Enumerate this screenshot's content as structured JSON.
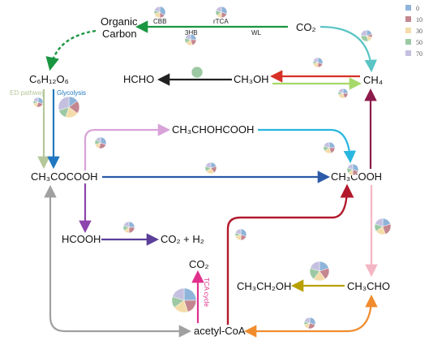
{
  "nodes": {
    "organic_carbon_1": "Organic",
    "organic_carbon_2": "Carbon",
    "co2_top": "CO₂",
    "glucose": "C₆H₁₂O₆",
    "hcho": "HCHO",
    "methanol": "CH₃OH",
    "methane": "CH₄",
    "lactate": "CH₃CHOHCOOH",
    "pyruvate": "CH₃COCOOH",
    "acetate": "CH₃COOH",
    "formate": "HCOOH",
    "co2_h2": "CO₂ + H₂",
    "co2_tca": "CO₂",
    "ethanol": "CH₃CH₂OH",
    "acetaldehyde": "CH₃CHO",
    "acetyl_coa": "acetyl-CoA"
  },
  "pathways": {
    "cbb": "CBB",
    "rtca": "rTCA",
    "three_hb": "3HB",
    "wl": "WL",
    "ed": "ED pathway",
    "glycolysis": "Glycolysis",
    "tca": "TCA cycle"
  },
  "legend": [
    "0",
    "10",
    "30",
    "50",
    "70"
  ],
  "colors": {
    "legend": [
      "#8fb4d9",
      "#c4878f",
      "#f4dcaa",
      "#9cc9a3",
      "#c5c0e0"
    ],
    "green_cbb": "#1a9641",
    "teal": "#5bc4c4",
    "red": "#d73027",
    "black": "#222222",
    "lime": "#a6d96a",
    "pink_lilac": "#d9a2d9",
    "cyan": "#29b6e0",
    "blue": "#2b5aa8",
    "olive_ed": "#b5c79a",
    "glycolysis_blue": "#1f78c1",
    "purple": "#8e44ad",
    "indigo": "#5b3f9a",
    "gray": "#a0a0a0",
    "crimson": "#b2182b",
    "light_pink": "#f4b6c2",
    "gold": "#b8a000",
    "orange": "#f08c2e",
    "magenta": "#e0308c",
    "maroon": "#8c1a4a"
  }
}
